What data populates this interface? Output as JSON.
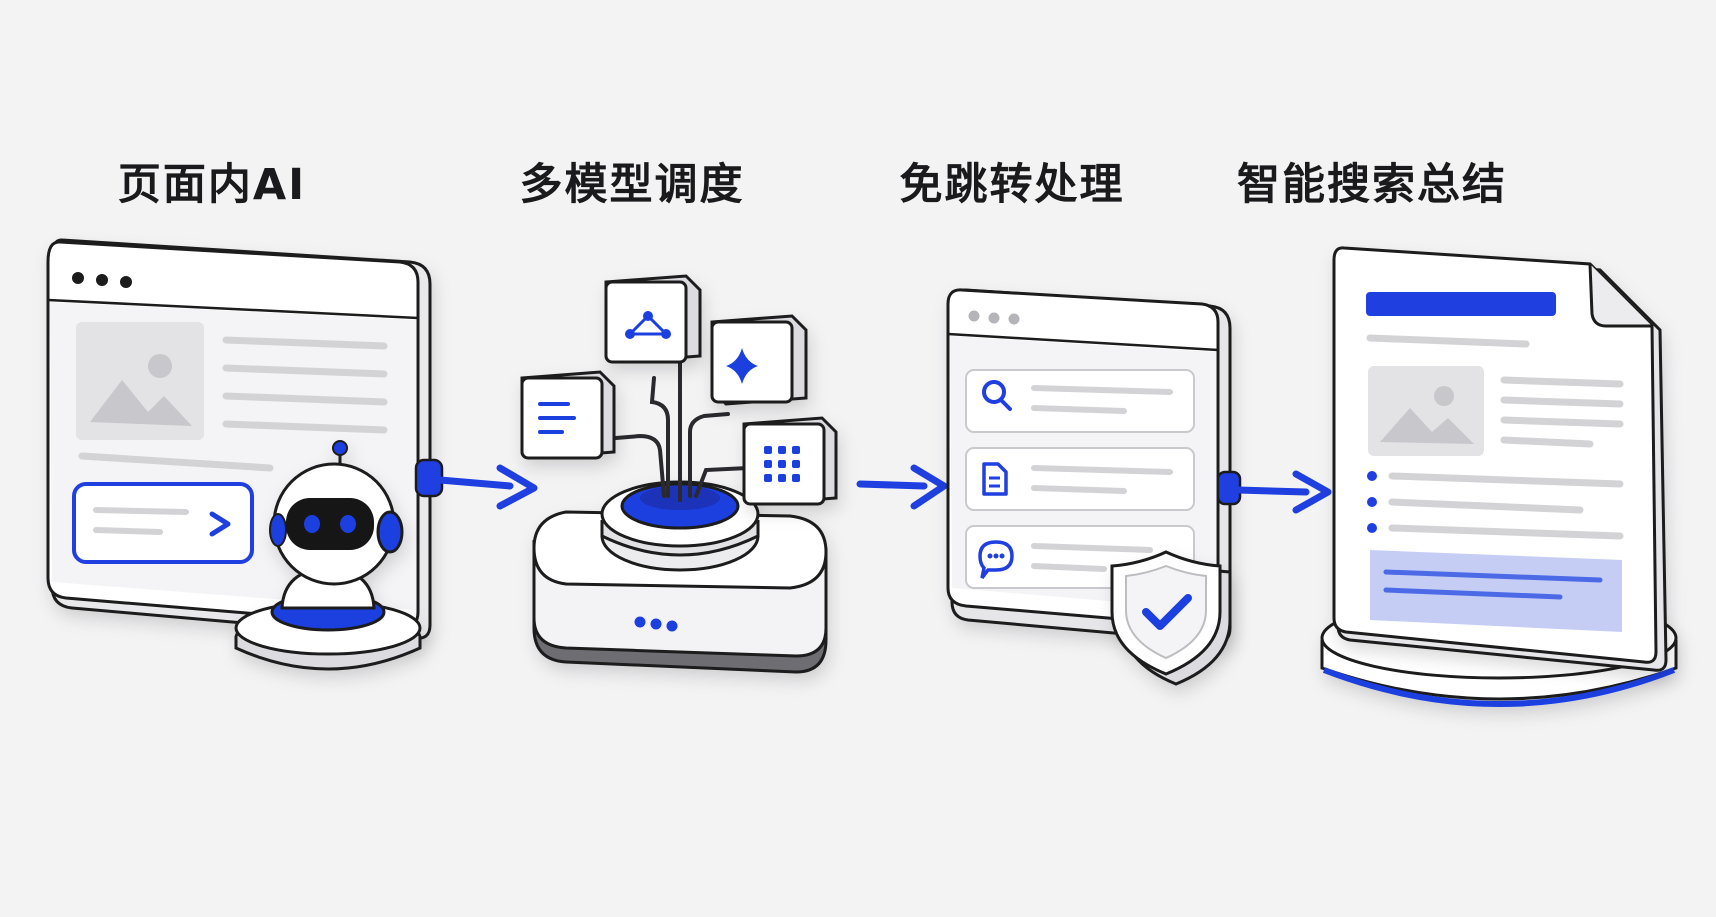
{
  "colors": {
    "accent": "#1f3fe0",
    "outline": "#1c1c1e",
    "surface": "#ffffff",
    "panel": "#f4f4f6",
    "placeholder": "#d3d3d6",
    "background": "#f3f3f4"
  },
  "steps": [
    {
      "title": "页面内AI",
      "icons": [
        "browser-window-icon",
        "image-placeholder-icon",
        "input-send-bar-icon",
        "robot-assistant-icon"
      ]
    },
    {
      "title": "多模型调度",
      "icons": [
        "network-node-icon",
        "sparkle-icon",
        "list-lines-icon",
        "grid-dots-icon",
        "hub-base-icon"
      ]
    },
    {
      "title": "免跳转处理",
      "icons": [
        "browser-window-icon",
        "search-icon",
        "document-icon",
        "chat-bubble-icon",
        "shield-check-icon"
      ]
    },
    {
      "title": "智能搜索总结",
      "icons": [
        "document-page-icon",
        "image-placeholder-icon",
        "bullet-list-icon",
        "highlight-summary-icon"
      ]
    }
  ],
  "connectors": [
    "arrow-right-icon",
    "arrow-right-icon",
    "arrow-right-icon"
  ]
}
